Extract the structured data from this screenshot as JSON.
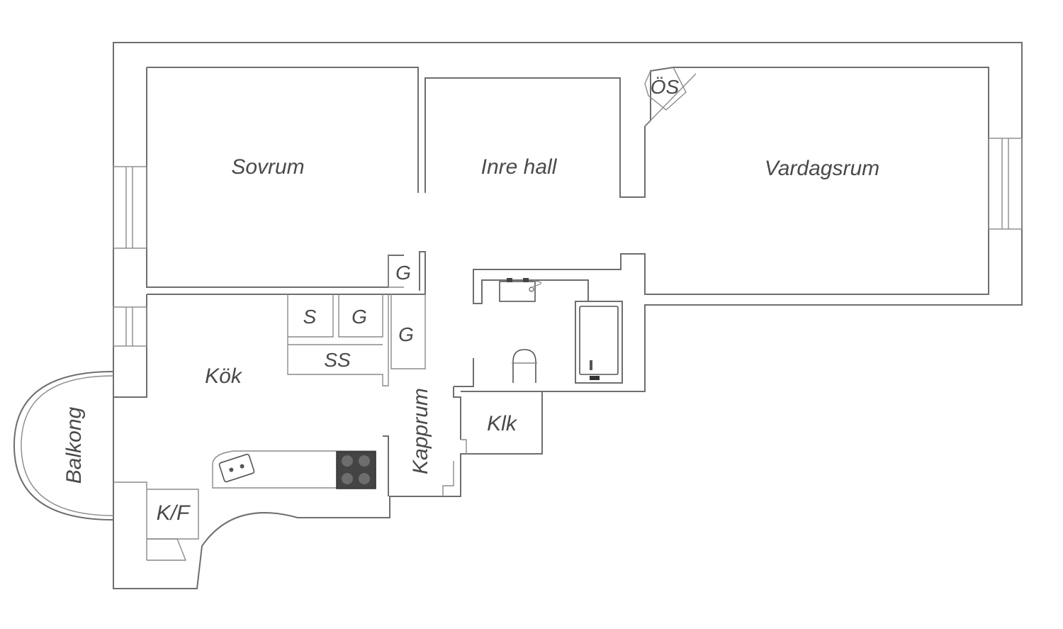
{
  "rooms": {
    "sovrum": "Sovrum",
    "inre_hall": "Inre hall",
    "vardagsrum": "Vardagsrum",
    "kok": "Kök",
    "balkong": "Balkong",
    "kapprum": "Kapprum",
    "klk": "Klk",
    "kf": "K/F",
    "os": "ÖS",
    "g1": "G",
    "g2": "G",
    "g3": "G",
    "s": "S",
    "ss": "SS"
  },
  "colors": {
    "wall": "#6e6e6e",
    "text": "#4a4a4a",
    "stove": "#444444"
  }
}
